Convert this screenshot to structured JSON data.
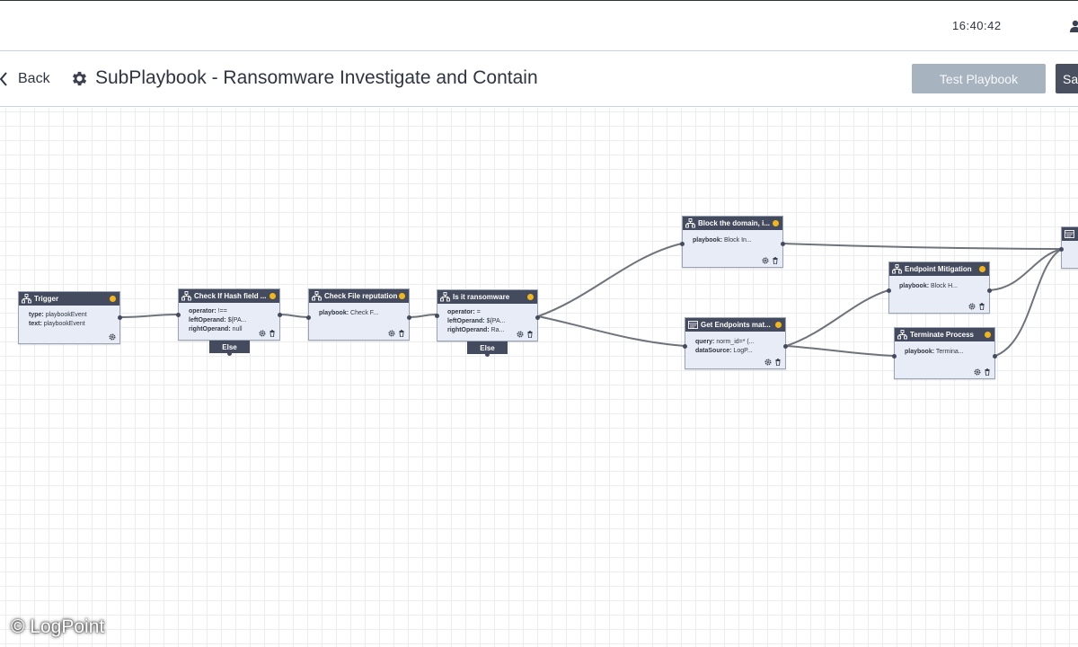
{
  "topbar": {
    "clock": "16:40:42"
  },
  "header": {
    "back_label": "Back",
    "title": "SubPlaybook - Ransomware Investigate and Contain",
    "test_button": "Test Playbook",
    "save_button": "Save"
  },
  "canvas": {
    "else_label": "Else",
    "nodes": {
      "trigger": {
        "title": "Trigger",
        "fields": [
          {
            "key": "type:",
            "value": "playbookEvent"
          },
          {
            "key": "text:",
            "value": "playbookEvent"
          }
        ]
      },
      "check_hash": {
        "title": "Check If Hash field ...",
        "fields": [
          {
            "key": "operator:",
            "value": "!=="
          },
          {
            "key": "leftOperand:",
            "value": "${PA..."
          },
          {
            "key": "rightOperand:",
            "value": "null"
          }
        ]
      },
      "check_file": {
        "title": "Check File reputation",
        "fields": [
          {
            "key": "playbook:",
            "value": "Check F..."
          }
        ]
      },
      "is_ransomware": {
        "title": "Is it ransomware",
        "fields": [
          {
            "key": "operator:",
            "value": "="
          },
          {
            "key": "leftOperand:",
            "value": "${PA..."
          },
          {
            "key": "rightOperand:",
            "value": "Ra..."
          }
        ]
      },
      "block_domain": {
        "title": "Block the domain, i...",
        "fields": [
          {
            "key": "playbook:",
            "value": "Block In..."
          }
        ]
      },
      "get_endpoints": {
        "title": "Get Endpoints mat...",
        "fields": [
          {
            "key": "query:",
            "value": "norm_id=* (..."
          },
          {
            "key": "dataSource:",
            "value": "LogP..."
          }
        ]
      },
      "endpoint_mitigation": {
        "title": "Endpoint Mitigation",
        "fields": [
          {
            "key": "playbook:",
            "value": "Block H..."
          }
        ]
      },
      "terminate_process": {
        "title": "Terminate Process",
        "fields": [
          {
            "key": "playbook:",
            "value": "Termina..."
          }
        ]
      }
    }
  },
  "watermark": "© LogPoint",
  "colors": {
    "node_header": "#454b5e",
    "node_body": "#e7ecf6",
    "status_dot": "#f1b61a",
    "test_button": "#a7b3bf",
    "save_button": "#4a5060"
  },
  "icons": {
    "back": "chevron-left-icon",
    "title": "gear-icon",
    "user": "user-icon",
    "decision": "decision-icon",
    "playbook": "playbook-icon",
    "query": "query-icon",
    "settings": "gear-icon",
    "delete": "trash-icon"
  }
}
